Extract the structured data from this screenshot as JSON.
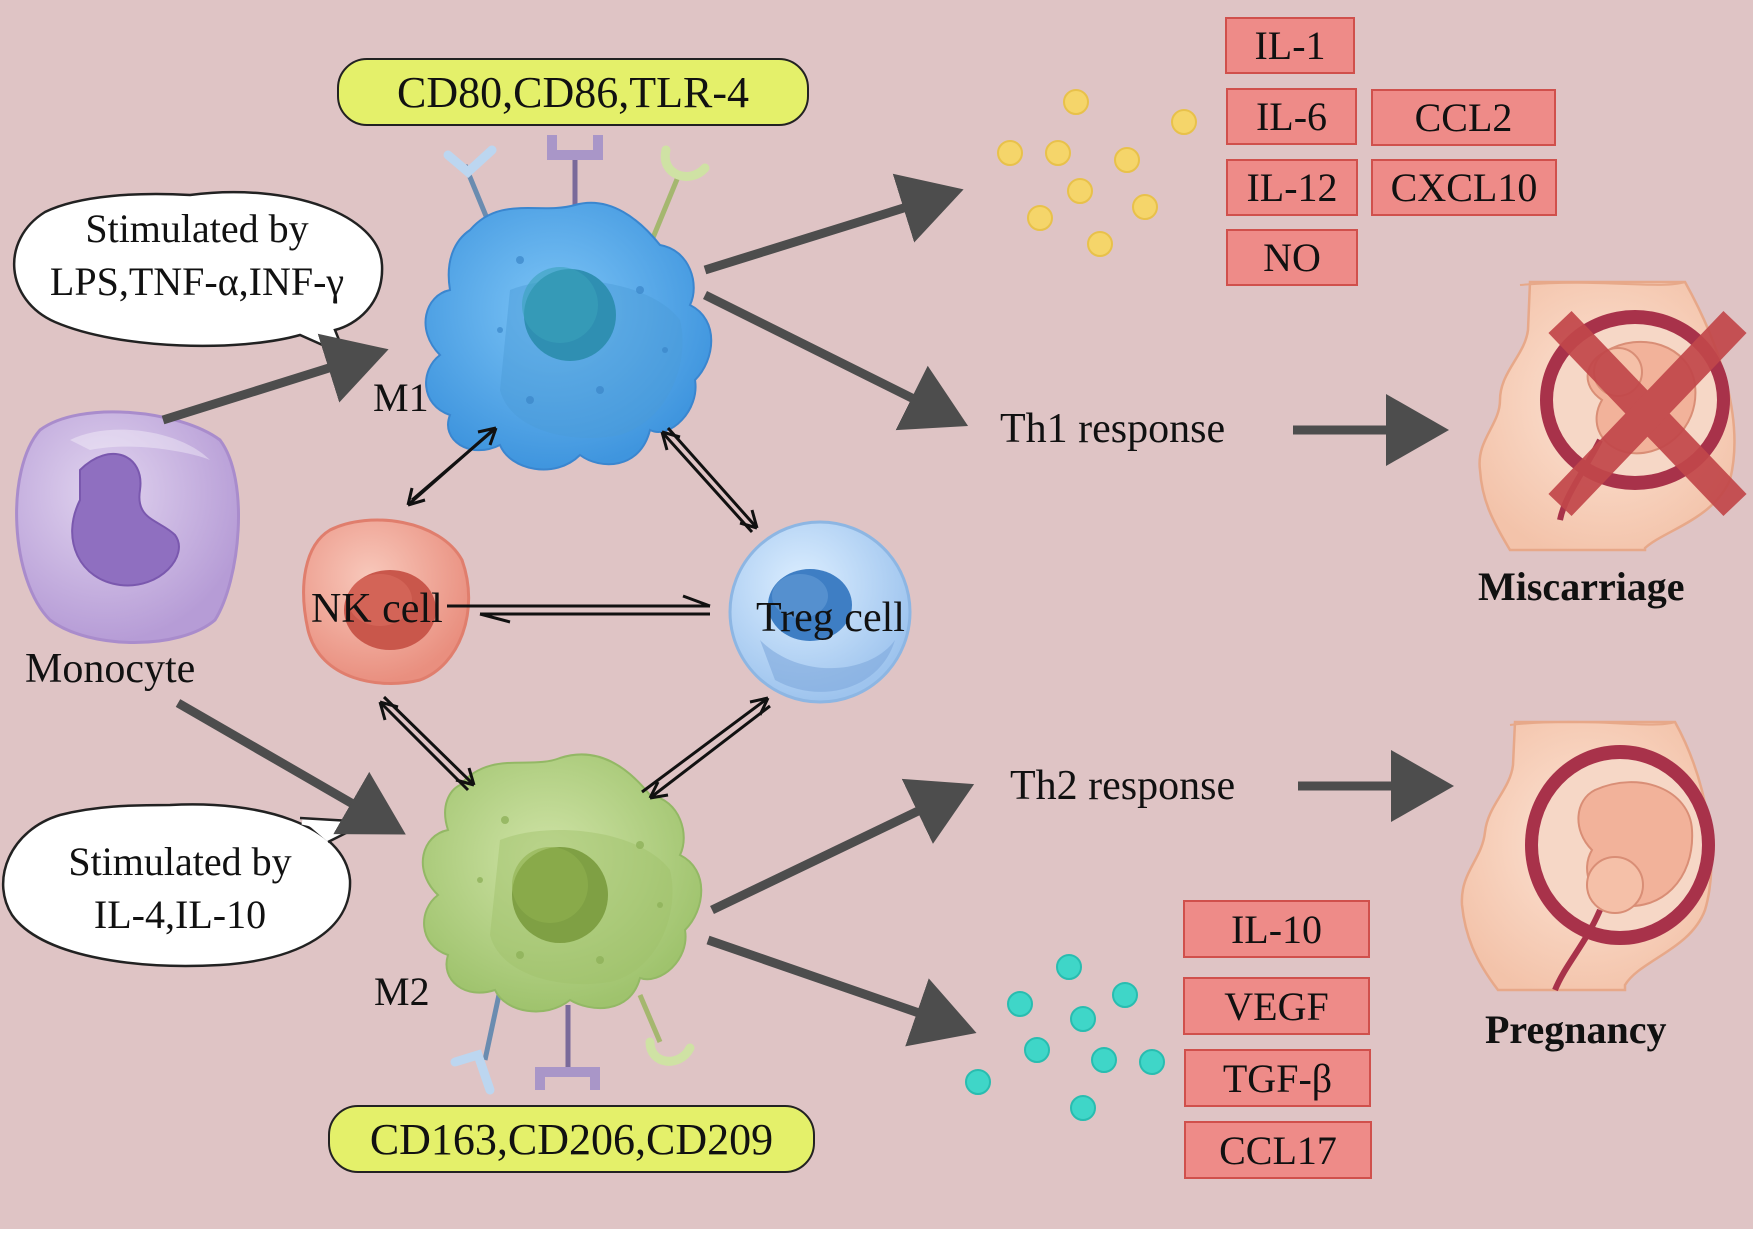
{
  "cells": {
    "monocyte": "Monocyte",
    "m1": "M1",
    "m2": "M2",
    "nk": "NK cell",
    "treg": "Treg cell"
  },
  "markers": {
    "m1": "CD80,CD86,TLR-4",
    "m2": "CD163,CD206,CD209"
  },
  "stimuli": {
    "m1": {
      "line1": "Stimulated by",
      "line2": "LPS,TNF-α,INF-γ"
    },
    "m2": {
      "line1": "Stimulated by",
      "line2": "IL-4,IL-10"
    }
  },
  "responses": {
    "th1": "Th1 response",
    "th2": "Th2 response"
  },
  "outcomes": {
    "miscarriage": "Miscarriage",
    "pregnancy": "Pregnancy"
  },
  "m1_cytokines": [
    "IL-1",
    "IL-6",
    "IL-12",
    "NO"
  ],
  "m1_chemokines": [
    "CCL2",
    "CXCL10"
  ],
  "m2_cytokines": [
    "IL-10",
    "VEGF",
    "TGF-β",
    "CCL17"
  ],
  "colors": {
    "background": "#dfc4c5",
    "m1_cell": "#5aa8e8",
    "m2_cell": "#b6d38e",
    "marker_pill": "#e4f06a",
    "cytokine_box": "#ee8b88",
    "m1_particles": "#f5d56a",
    "m2_particles": "#3fd6c8",
    "arrow": "#4d4d4d",
    "cross": "#c2474a"
  }
}
